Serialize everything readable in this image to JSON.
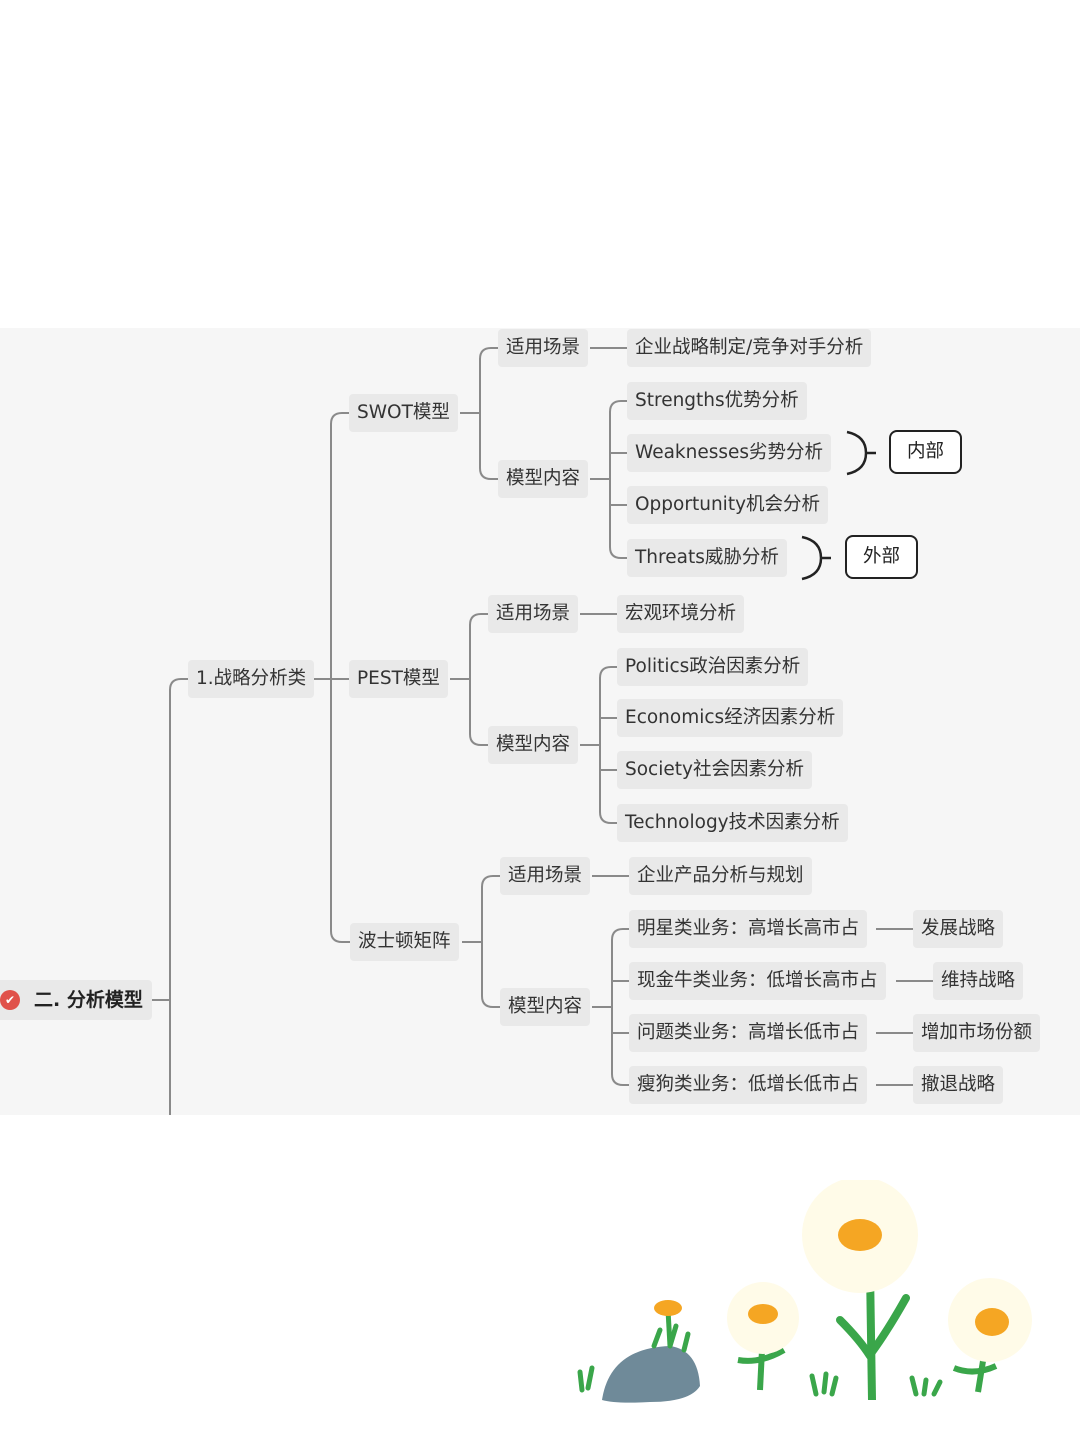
{
  "root": {
    "label": "二. 分析模型",
    "icon": "marker-icon"
  },
  "category": {
    "label": "1.战略分析类"
  },
  "models": [
    {
      "name": "SWOT模型",
      "scenario_label": "适用场景",
      "scenario": "企业战略制定/竞争对手分析",
      "content_label": "模型内容",
      "items": [
        "Strengths优势分析",
        "Weaknesses劣势分析",
        "Opportunity机会分析",
        "Threats威胁分析"
      ],
      "groups": [
        "内部",
        "外部"
      ]
    },
    {
      "name": "PEST模型",
      "scenario_label": "适用场景",
      "scenario": "宏观环境分析",
      "content_label": "模型内容",
      "items": [
        "Politics政治因素分析",
        "Economics经济因素分析",
        "Society社会因素分析",
        "Technology技术因素分析"
      ]
    },
    {
      "name": "波士顿矩阵",
      "scenario_label": "适用场景",
      "scenario": "企业产品分析与规划",
      "content_label": "模型内容",
      "items": [
        "明星类业务：高增长高市占",
        "现金牛类业务：低增长高市占",
        "问题类业务：高增长低市占",
        "瘦狗类业务：低增长低市占"
      ],
      "strategies": [
        "发展战略",
        "维持战略",
        "增加市场份额",
        "撤退战略"
      ]
    }
  ],
  "colors": {
    "line": "#8a8a8a",
    "node_bg": "#e9e9e9",
    "band_bg": "#f6f6f6",
    "root_icon": "#e0514a",
    "flower_center": "#f5a623",
    "stem": "#3aa64a",
    "rock": "#6f8a99"
  }
}
